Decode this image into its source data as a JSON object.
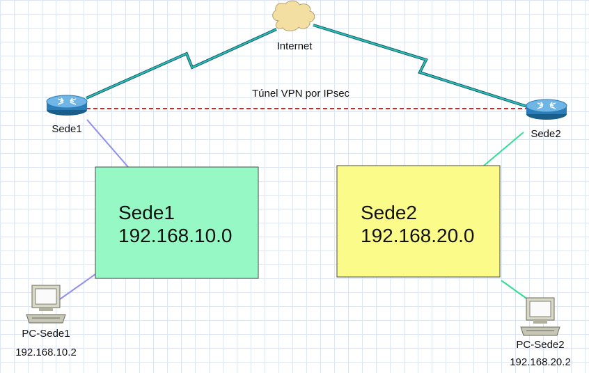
{
  "nodes": {
    "internet": {
      "label": "Internet"
    },
    "router1": {
      "label": "Sede1"
    },
    "router2": {
      "label": "Sede2"
    },
    "pc1": {
      "label": "PC-Sede1",
      "ip": "192.168.10.2"
    },
    "pc2": {
      "label": "PC-Sede2",
      "ip": "192.168.20.2"
    }
  },
  "networks": {
    "sede1": {
      "name": "Sede1",
      "address": "192.168.10.0",
      "color": "#96f8c4"
    },
    "sede2": {
      "name": "Sede2",
      "address": "192.168.20.0",
      "color": "#fbfb8a"
    }
  },
  "links": {
    "vpn": {
      "label": "Túnel VPN por IPsec",
      "color": "#e02020"
    },
    "wan_color": "#1e8c8c",
    "lan1_color": "#8f8fee",
    "lan2_color": "#2ddf8e"
  }
}
